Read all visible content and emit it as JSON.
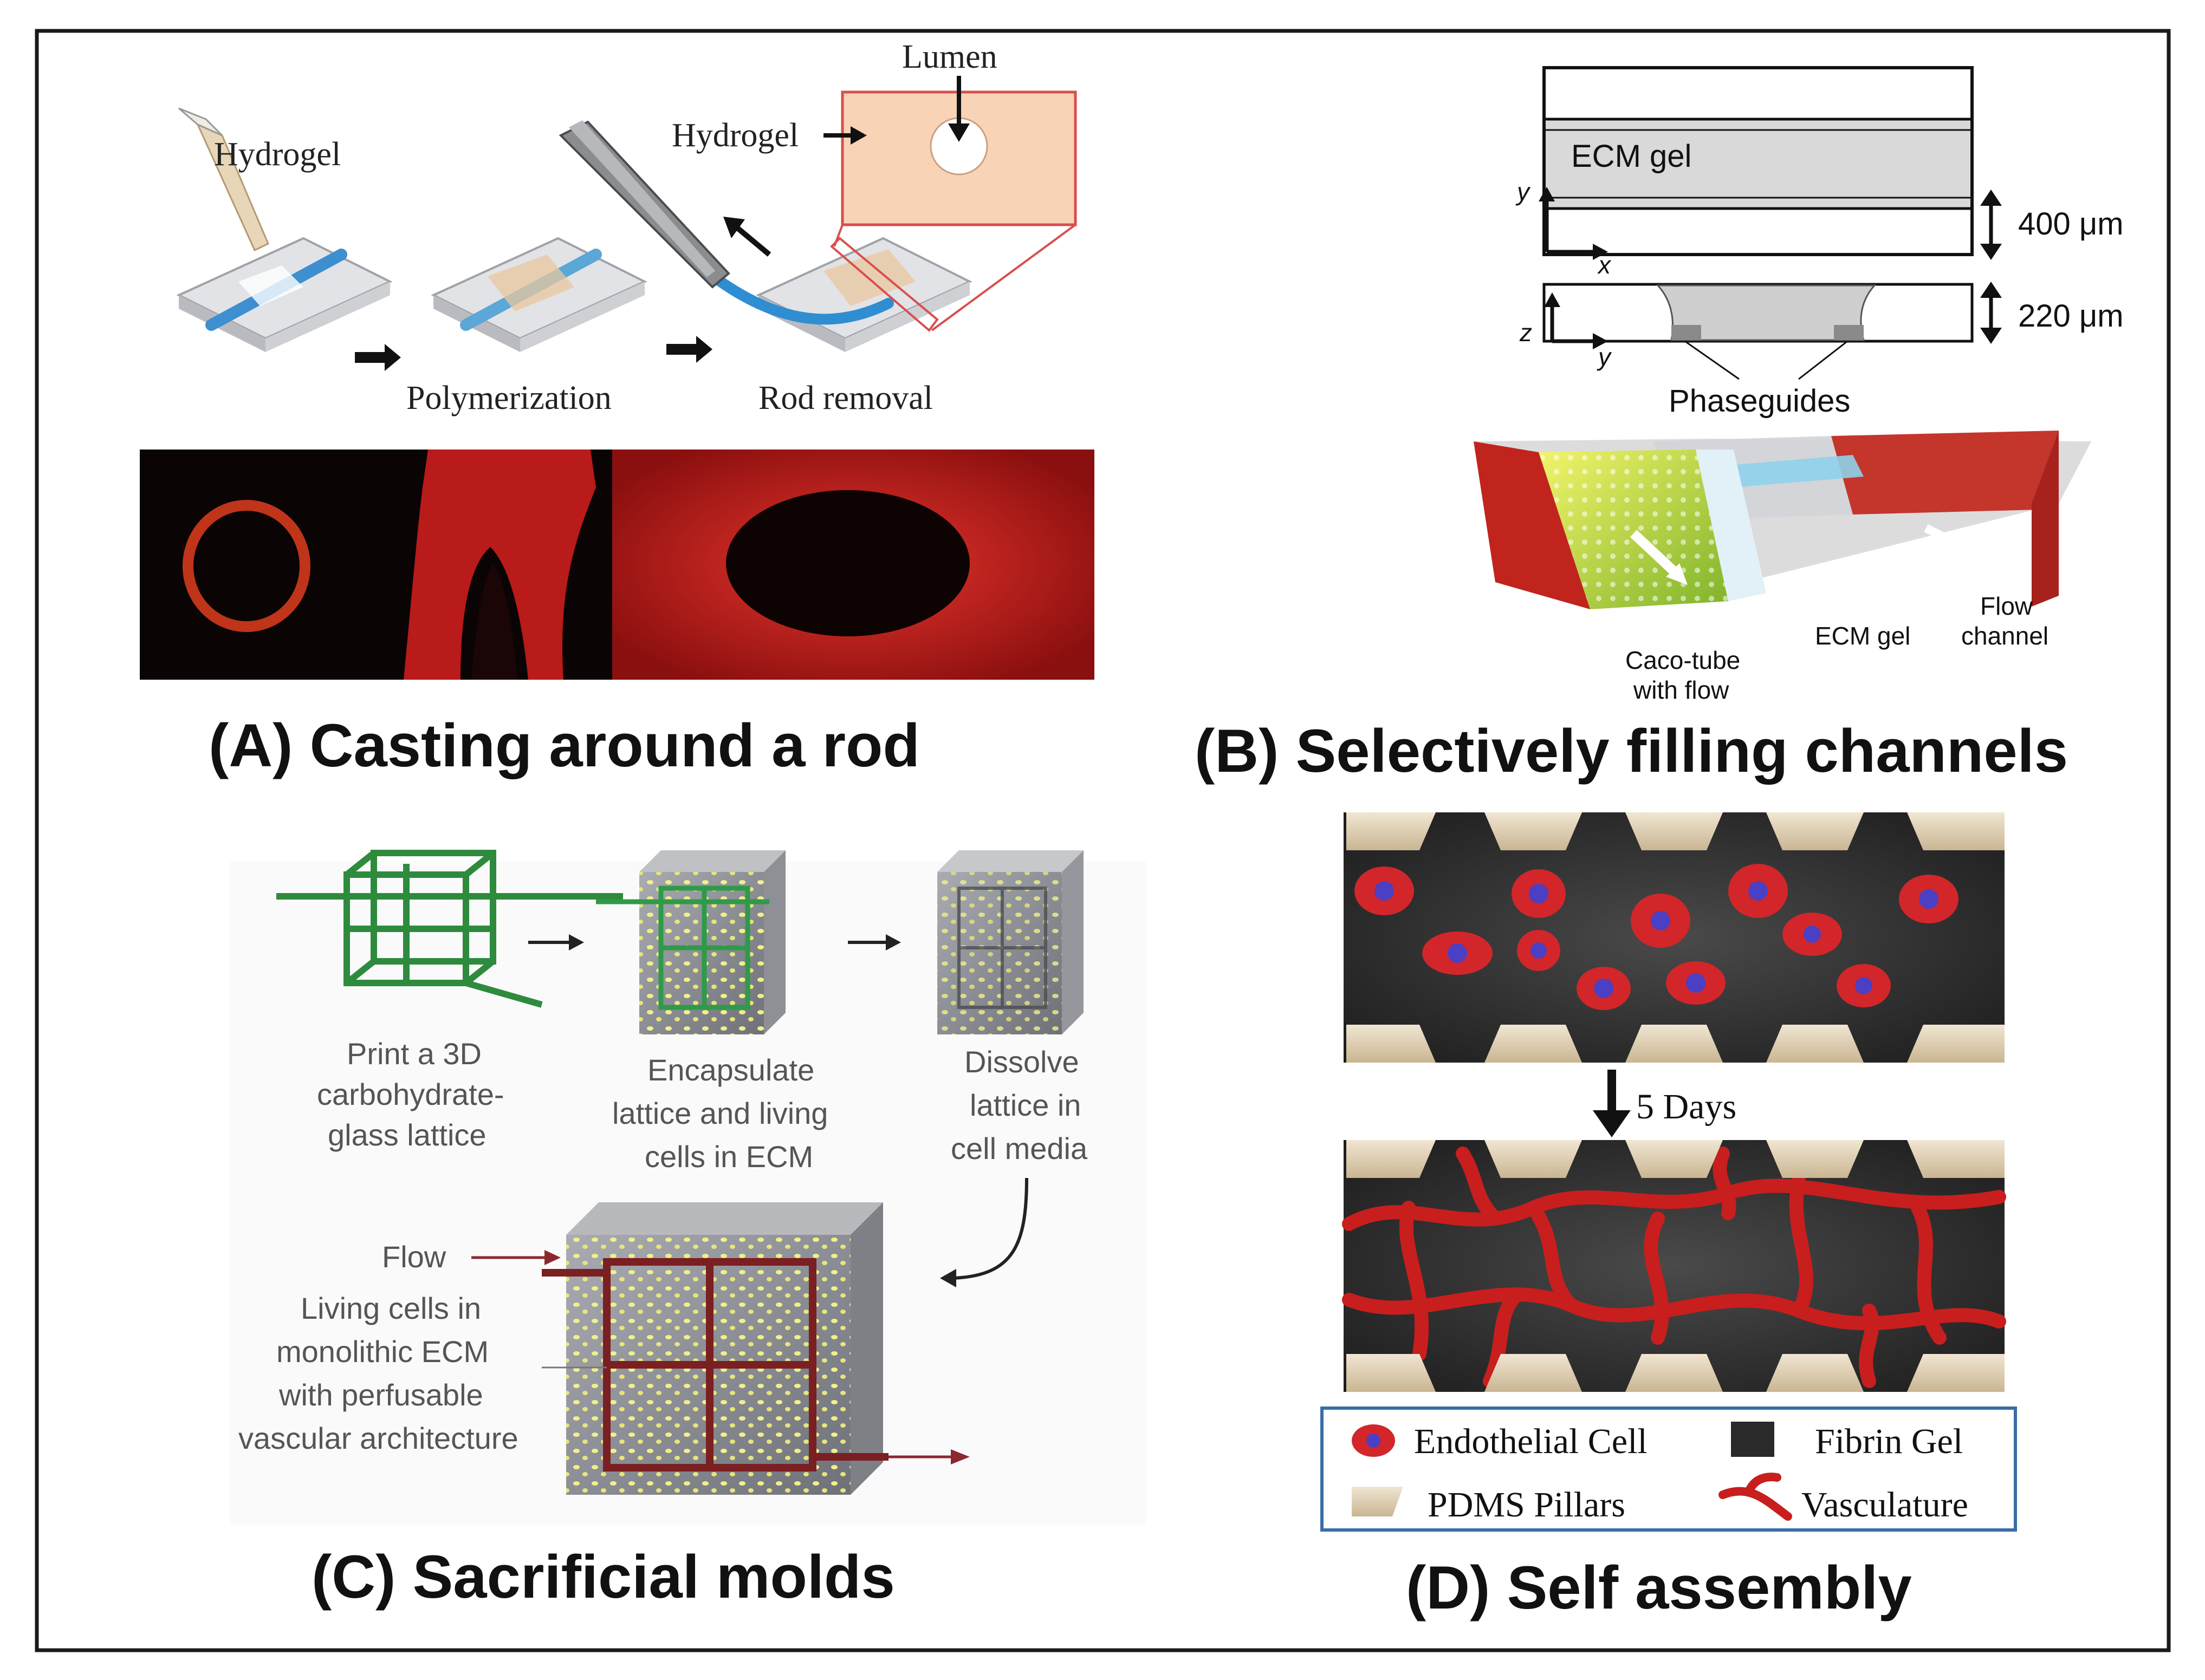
{
  "panels": {
    "a": {
      "title": "(A) Casting around a rod",
      "labels": {
        "hydrogel_left": "Hydrogel",
        "hydrogel_right": "Hydrogel",
        "lumen": "Lumen",
        "polymerization": "Polymerization",
        "rod_removal": "Rod removal"
      }
    },
    "b": {
      "title": "(B) Selectively filling channels",
      "labels": {
        "ecm_gel_top": "ECM gel",
        "dim_400": "400 μm",
        "dim_220": "220 μm",
        "axis_x": "x",
        "axis_y_top": "y",
        "axis_z": "z",
        "axis_y_bottom": "y",
        "phaseguides": "Phaseguides",
        "caco_tube_line1": "Caco-tube",
        "caco_tube_line2": "with flow",
        "ecm_gel_3d": "ECM gel",
        "flow_channel_line1": "Flow",
        "flow_channel_line2": "channel"
      }
    },
    "c": {
      "title": "(C) Sacrificial molds",
      "labels": {
        "step1_line1": "Print a 3D",
        "step1_line2": "carbohydrate-",
        "step1_line3": "glass lattice",
        "step2_line1": "Encapsulate",
        "step2_line2": "lattice and living",
        "step2_line3": "cells in ECM",
        "step3_line1": "Dissolve",
        "step3_line2": "lattice in",
        "step3_line3": "cell media",
        "flow": "Flow",
        "desc_line1": "Living cells in",
        "desc_line2": "monolithic ECM",
        "desc_line3": "with perfusable",
        "desc_line4": "vascular architecture"
      }
    },
    "d": {
      "title": "(D) Self assembly",
      "labels": {
        "days": "5 Days",
        "legend_endothelial": "Endothelial Cell",
        "legend_fibrin": "Fibrin Gel",
        "legend_pdms": "PDMS Pillars",
        "legend_vasculature": "Vasculature"
      }
    }
  },
  "colors": {
    "vessel_red": "#c81e1e",
    "hydrogel_peach": "#f6d2b4",
    "lattice_green": "#2e8b3e",
    "fibrin_dark": "#2a2a2a",
    "pillar_beige": "#e4d6bd",
    "legend_border": "#3a6ea5"
  }
}
